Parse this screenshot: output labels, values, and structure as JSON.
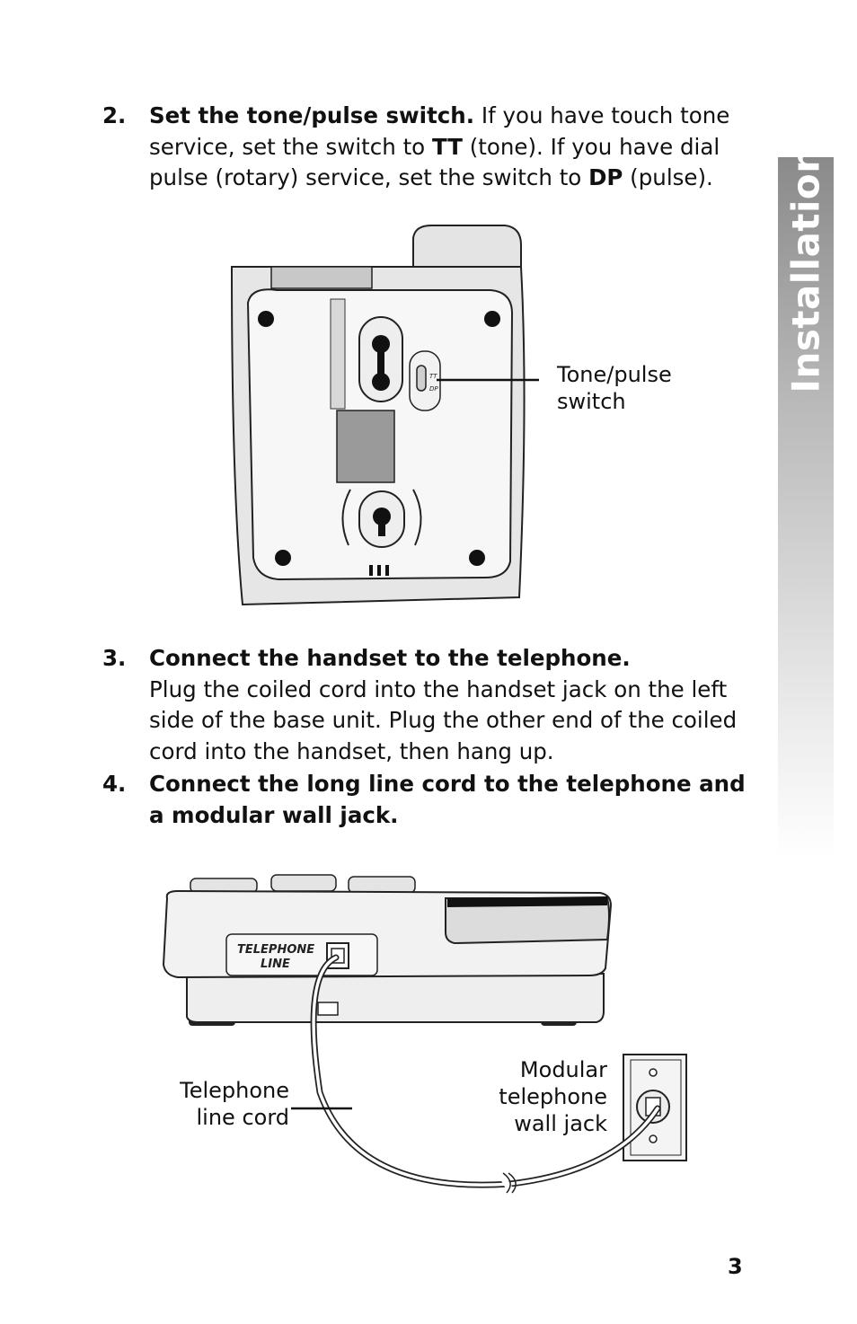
{
  "side_tab": {
    "label": "Installation"
  },
  "steps": [
    {
      "number": "2.",
      "title": "Set the tone/pulse switch.",
      "text_a": " If you have touch tone service, set the switch to ",
      "bold_tt": "TT",
      "text_b": " (tone).  If you have dial pulse (rotary) service, set the switch to ",
      "bold_dp": "DP",
      "text_c": " (pulse)."
    },
    {
      "number": "3.",
      "title": "Connect the handset to the telephone.",
      "text": "Plug the coiled cord into the handset jack on the left side of the base unit. Plug the other end of the coiled cord into the handset, then hang up."
    },
    {
      "number": "4.",
      "title": "Connect the long line cord to the telephone and a modular wall jack."
    }
  ],
  "figure1": {
    "callout_line1": "Tone/pulse",
    "callout_line2": "switch",
    "switch_tt": "TT",
    "switch_dp": "DP"
  },
  "figure2": {
    "panel_line1": "TELEPHONE",
    "panel_line2": "LINE",
    "cord_label_line1": "Telephone",
    "cord_label_line2": "line cord",
    "jack_label_line1": "Modular",
    "jack_label_line2": "telephone",
    "jack_label_line3": "wall jack"
  },
  "page_number": "3"
}
